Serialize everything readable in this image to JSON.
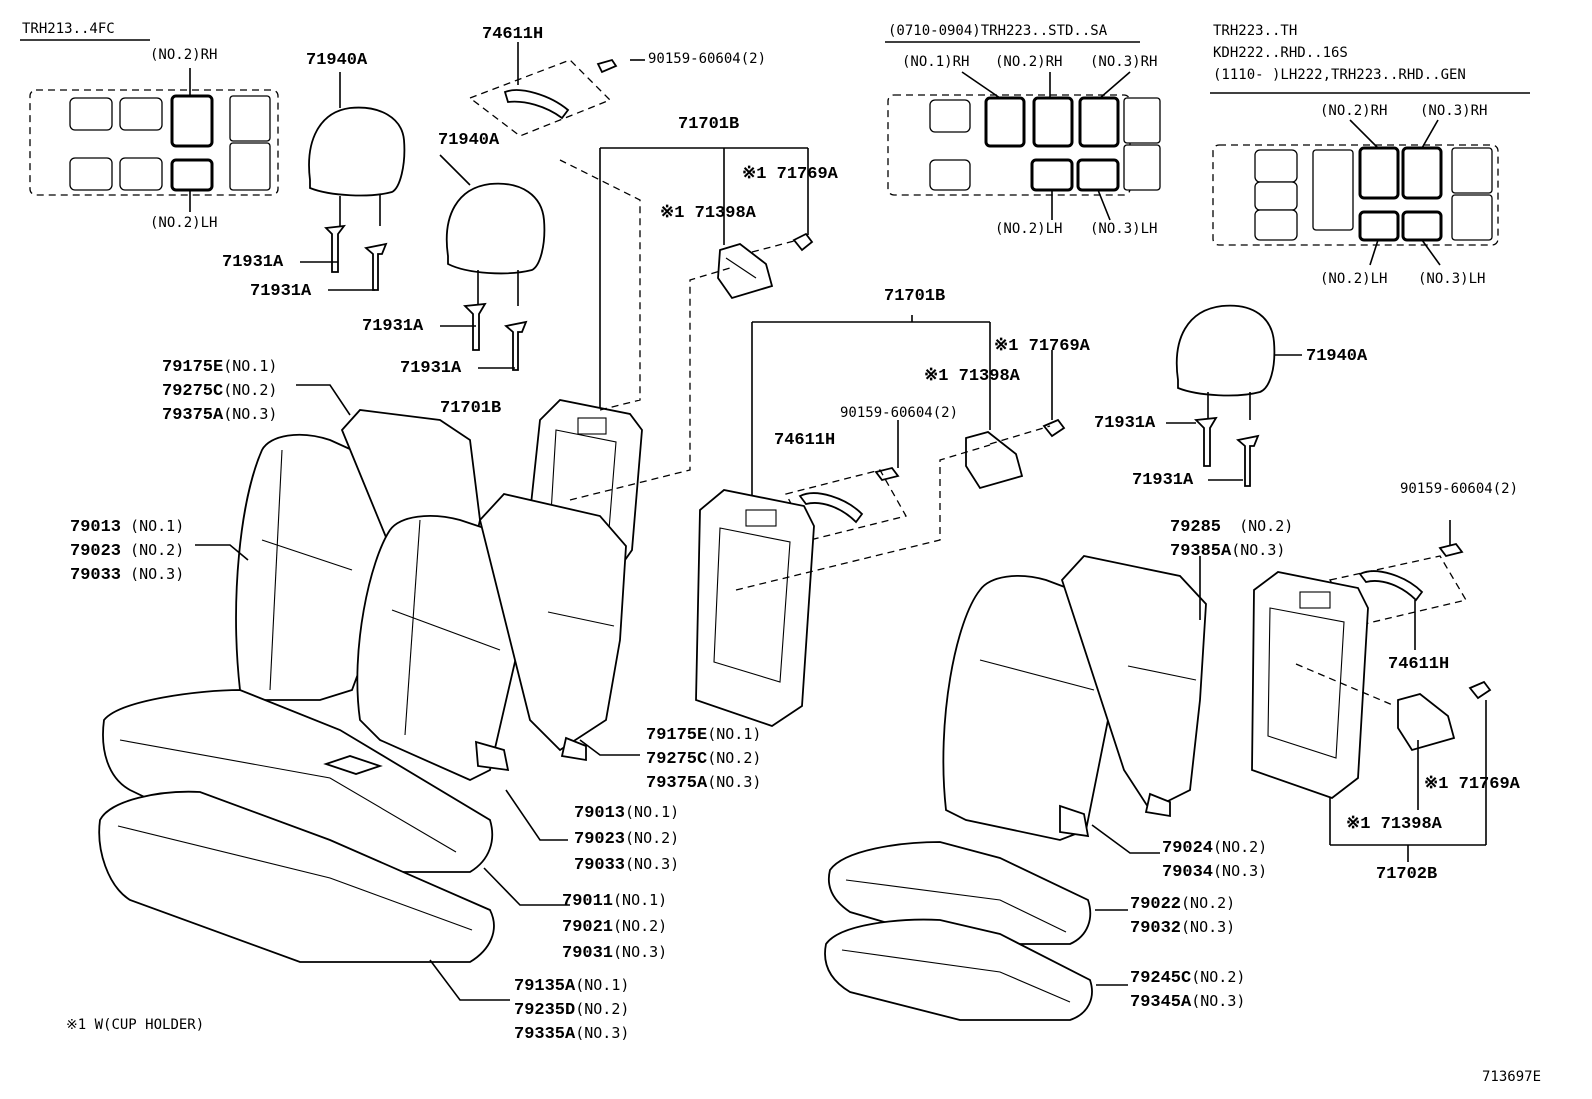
{
  "insets": {
    "trh213": {
      "title": "TRH213..4FC",
      "rh": "(NO.2)RH",
      "lh": "(NO.2)LH"
    },
    "std_sa": {
      "title": "(0710-0904)TRH223..STD..SA",
      "no1_rh": "(NO.1)RH",
      "no2_rh": "(NO.2)RH",
      "no3_rh": "(NO.3)RH",
      "no2_lh": "(NO.2)LH",
      "no3_lh": "(NO.3)LH"
    },
    "gen": {
      "line1": "TRH223..TH",
      "line2": "KDH222..RHD..16S",
      "line3": "(1110-      )LH222,TRH223..RHD..GEN",
      "no2_rh": "(NO.2)RH",
      "no3_rh": "(NO.3)RH",
      "no2_lh": "(NO.2)LH",
      "no3_lh": "(NO.3)LH"
    }
  },
  "callouts": {
    "c74611H_a": "74611H",
    "c90159_a": "90159-60604(2)",
    "c71940A_a": "71940A",
    "c71940A_b": "71940A",
    "c71701B_a": "71701B",
    "c71769A_a": "※1 71769A",
    "c71398A_a": "※1 71398A",
    "c71931A_a": "71931A",
    "c71931A_b": "71931A",
    "c71931A_c": "71931A",
    "c71931A_d": "71931A",
    "c71701B_b": "71701B",
    "c71701B_c": "71701B",
    "c71769A_b": "※1 71769A",
    "c71398A_b": "※1 71398A",
    "c90159_b": "90159-60604(2)",
    "c74611H_b": "74611H",
    "c71940A_c": "71940A",
    "c71931A_e": "71931A",
    "c71931A_f": "71931A",
    "c90159_c": "90159-60604(2)",
    "c74611H_c": "74611H",
    "c71769A_c": "※1 71769A",
    "c71398A_c": "※1 71398A",
    "c71702B": "71702B"
  },
  "groups": {
    "g791x": [
      {
        "pn": "79175E",
        "no": "(NO.1)"
      },
      {
        "pn": "79275C",
        "no": "(NO.2)"
      },
      {
        "pn": "79375A",
        "no": "(NO.3)"
      }
    ],
    "g790left": [
      {
        "pn": "79013",
        "no": "(NO.1)"
      },
      {
        "pn": "79023",
        "no": "(NO.2)"
      },
      {
        "pn": "79033",
        "no": "(NO.3)"
      }
    ],
    "g791y": [
      {
        "pn": "79175E",
        "no": "(NO.1)"
      },
      {
        "pn": "79275C",
        "no": "(NO.2)"
      },
      {
        "pn": "79375A",
        "no": "(NO.3)"
      }
    ],
    "g790mid": [
      {
        "pn": "79013",
        "no": "(NO.1)"
      },
      {
        "pn": "79023",
        "no": "(NO.2)"
      },
      {
        "pn": "79033",
        "no": "(NO.3)"
      }
    ],
    "g7901": [
      {
        "pn": "79011",
        "no": "(NO.1)"
      },
      {
        "pn": "79021",
        "no": "(NO.2)"
      },
      {
        "pn": "79031",
        "no": "(NO.3)"
      }
    ],
    "g791z": [
      {
        "pn": "79135A",
        "no": "(NO.1)"
      },
      {
        "pn": "79235D",
        "no": "(NO.2)"
      },
      {
        "pn": "79335A",
        "no": "(NO.3)"
      }
    ],
    "g7928": [
      {
        "pn": "79285",
        "no": "(NO.2)"
      },
      {
        "pn": "79385A",
        "no": "(NO.3)"
      }
    ],
    "g7902": [
      {
        "pn": "79024",
        "no": "(NO.2)"
      },
      {
        "pn": "79034",
        "no": "(NO.3)"
      }
    ],
    "g79022": [
      {
        "pn": "79022",
        "no": "(NO.2)"
      },
      {
        "pn": "79032",
        "no": "(NO.3)"
      }
    ],
    "g7924": [
      {
        "pn": "79245C",
        "no": "(NO.2)"
      },
      {
        "pn": "79345A",
        "no": "(NO.3)"
      }
    ]
  },
  "footnote": "※1 W(CUP HOLDER)",
  "figure_id": "713697E"
}
